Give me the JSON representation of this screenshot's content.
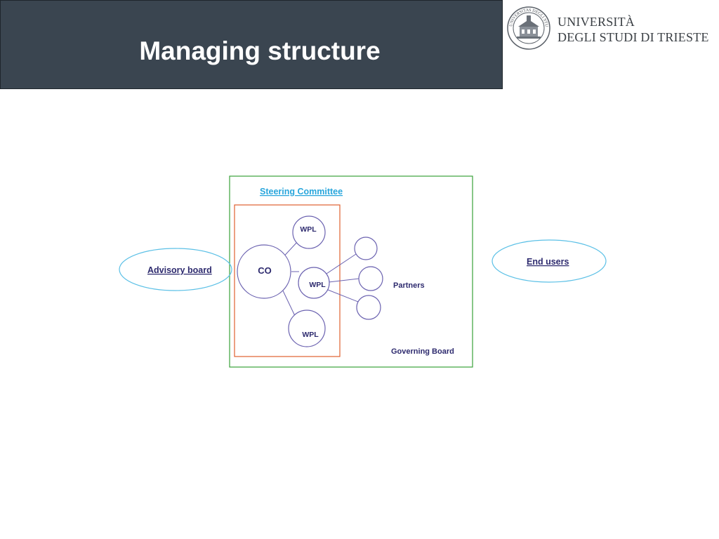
{
  "slide": {
    "title": "Managing structure"
  },
  "logo": {
    "line1": "UNIVERSITÀ",
    "line2": "DEGLI STUDI DI TRIESTE",
    "seal_text": "UNIVERSITAS DEGLI STUDI DI TRIESTE"
  },
  "diagram": {
    "steering_committee": "Steering Committee",
    "advisory_board_1": "Advisory",
    "advisory_board_2": "board",
    "end_users": "End users",
    "co": "CO",
    "wpl_top": "WPL",
    "wpl_middle": "WPL",
    "wpl_bottom": "WPL",
    "partners": "Partners",
    "governing_board": "Governing Board"
  },
  "colors": {
    "title_bar": "#3a4550",
    "governing_border": "#3aa23a",
    "steering_border": "#e06030",
    "ellipse": "#5bc0e6",
    "node": "#6b62b0",
    "label_text": "#2d2a6e",
    "steering_text": "#29a6dc"
  }
}
